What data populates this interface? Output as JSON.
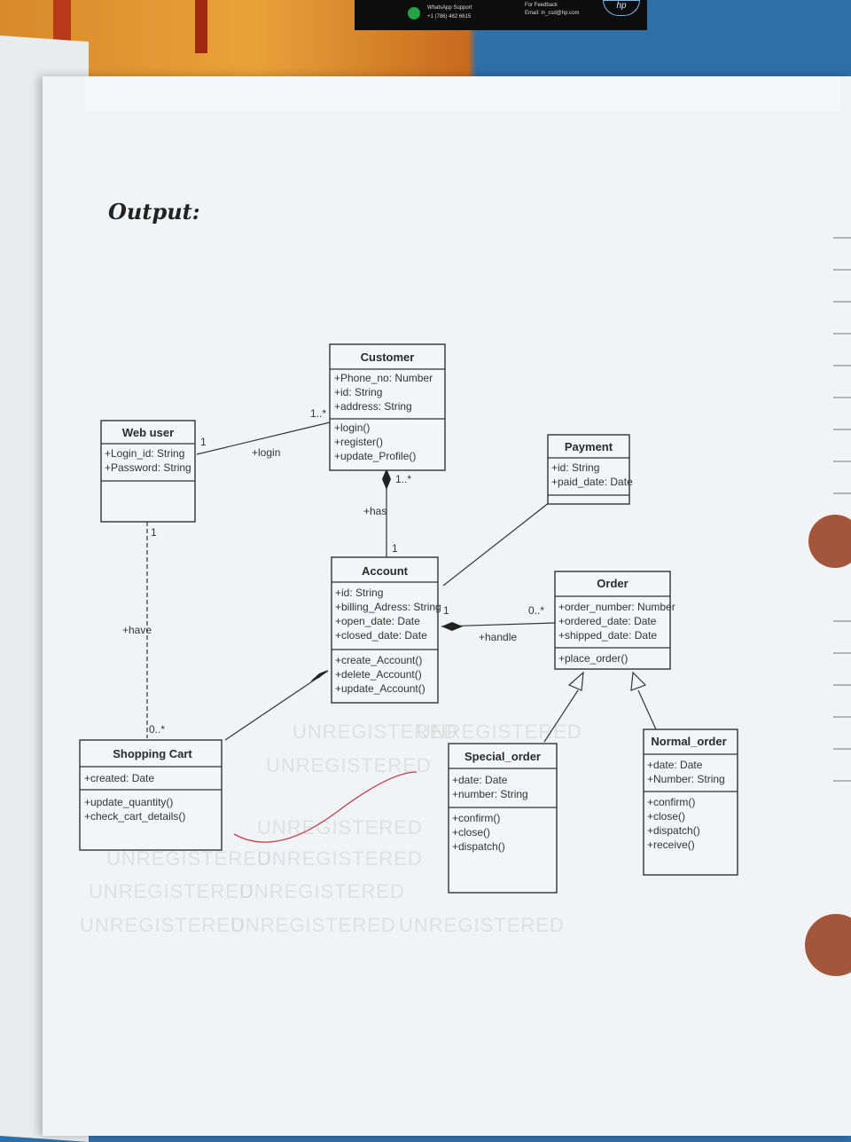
{
  "banner": {
    "support_title": "WhatsApp Support",
    "support_phone": "+1 (786) 482 6615",
    "feedback_title": "For Feedback",
    "feedback_email": "Email: in_csd@hp.com",
    "brand": "hp"
  },
  "heading": "Output:",
  "classes": {
    "customer": {
      "name": "Customer",
      "attributes": [
        "+Phone_no: Number",
        "+id: String",
        "+address: String"
      ],
      "operations": [
        "+login()",
        "+register()",
        "+update_Profile()"
      ]
    },
    "web_user": {
      "name": "Web user",
      "attributes": [
        "+Login_id: String",
        "+Password: String"
      ],
      "operations": []
    },
    "payment": {
      "name": "Payment",
      "attributes": [
        "+id: String",
        "+paid_date: Date"
      ],
      "operations": []
    },
    "account": {
      "name": "Account",
      "attributes": [
        "+id: String",
        "+billing_Adress: String",
        "+open_date: Date",
        "+closed_date: Date"
      ],
      "operations": [
        "+create_Account()",
        "+delete_Account()",
        "+update_Account()"
      ]
    },
    "order": {
      "name": "Order",
      "attributes": [
        "+order_number: Number",
        "+ordered_date: Date",
        "+shipped_date: Date"
      ],
      "operations": [
        "+place_order()"
      ]
    },
    "shopping_cart": {
      "name": "Shopping Cart",
      "attributes": [
        "+created: Date"
      ],
      "operations": [
        "+update_quantity()",
        "+check_cart_details()"
      ]
    },
    "special_order": {
      "name": "Special_order",
      "attributes": [
        "+date: Date",
        "+number: String"
      ],
      "operations": [
        "+confirm()",
        "+close()",
        "+dispatch()"
      ]
    },
    "normal_order": {
      "name": "Normal_order",
      "attributes": [
        "+date: Date",
        "+Number: String"
      ],
      "operations": [
        "+confirm()",
        "+close()",
        "+dispatch()",
        "+receive()"
      ]
    }
  },
  "associations": {
    "login": {
      "label": "+login",
      "mult_webuser": "1",
      "mult_customer": "1..*"
    },
    "has": {
      "label": "+has",
      "mult_customer": "1..*",
      "mult_account": "1"
    },
    "have": {
      "label": "+have",
      "mult_webuser": "1",
      "mult_cart": "0..*"
    },
    "handle": {
      "label": "+handle",
      "mult_account": "1",
      "mult_order": "0..*"
    }
  },
  "watermark": "UNREGISTERED",
  "colors": {
    "ink": "#2a2a2a",
    "page": "#f2f3f4",
    "pen": "#c04050"
  }
}
